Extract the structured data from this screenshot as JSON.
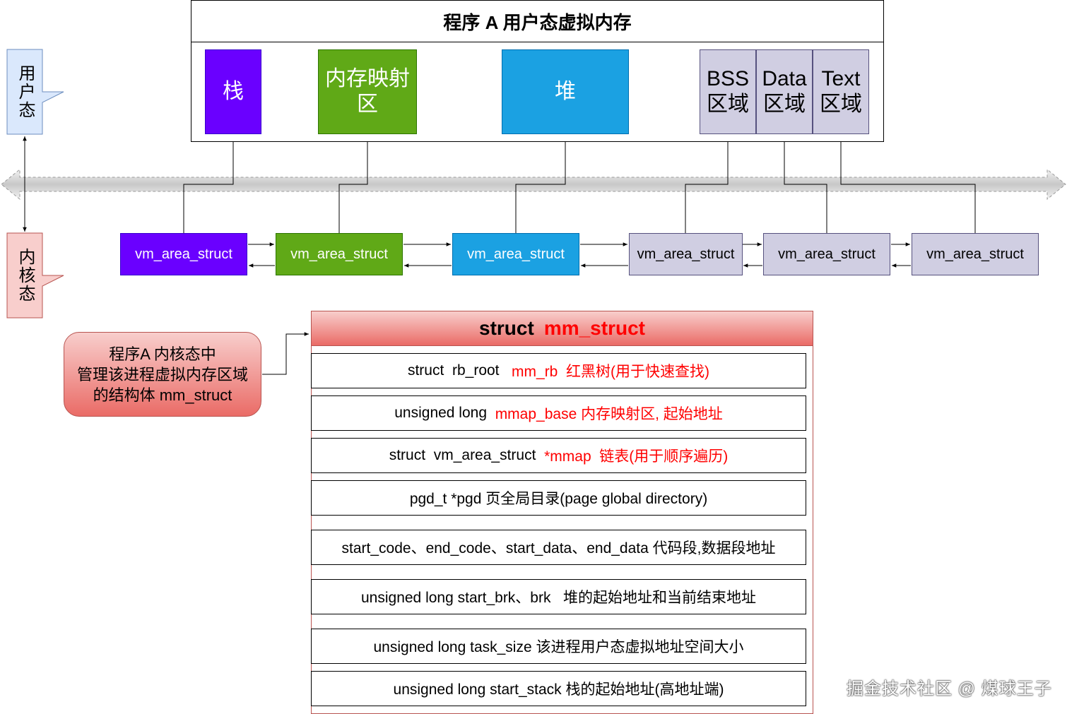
{
  "title": "程序 A 用户态虚拟内存",
  "regions": {
    "stack": "栈",
    "mmap_line1": "内存映射",
    "mmap_line2": "区",
    "heap": "堆",
    "bss_line1": "BSS",
    "bss_line2": "区域",
    "data_line1": "Data",
    "data_line2": "区域",
    "text_line1": "Text",
    "text_line2": "区域"
  },
  "side_labels": {
    "user": "用户态",
    "kernel": "内核态"
  },
  "vma_nodes": [
    "vm_area_struct",
    "vm_area_struct",
    "vm_area_struct",
    "vm_area_struct",
    "vm_area_struct",
    "vm_area_struct"
  ],
  "mm_struct": {
    "keyword": "struct",
    "name": "mm_struct",
    "fields": [
      {
        "normal": "struct  rb_root  ",
        "red": " mm_rb  红黑树(用于快速查找)"
      },
      {
        "normal": "unsigned long ",
        "red": " mmap_base 内存映射区, 起始地址"
      },
      {
        "normal": "struct  vm_area_struct  ",
        "red": "*mmap  链表(用于顺序遍历)"
      },
      {
        "normal": "pgd_t *pgd 页全局目录(page global directory)",
        "red": ""
      },
      {
        "normal": "start_code、end_code、start_data、end_data 代码段,数据段地址",
        "red": ""
      },
      {
        "normal": "unsigned long start_brk、brk   堆的起始地址和当前结束地址",
        "red": ""
      },
      {
        "normal": "unsigned long task_size 该进程用户态虚拟地址空间大小",
        "red": ""
      },
      {
        "normal": "unsigned long start_stack 栈的起始地址(高地址端)",
        "red": ""
      }
    ]
  },
  "note": {
    "line1": "程序A  内核态中",
    "line2": "管理该进程虚拟内存区域",
    "line3": "的结构体 mm_struct"
  },
  "watermark": "掘金技术社区 @ 煤球王子",
  "colors": {
    "purple": "#6a00ff",
    "green": "#60a917",
    "blue": "#1ba1e2",
    "lavender": "#d0cee2",
    "red_text": "#ff0000",
    "user_label": "#dae8fc",
    "kernel_label": "#f8cecc"
  }
}
